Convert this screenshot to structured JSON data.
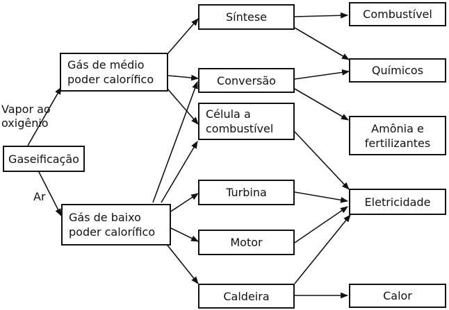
{
  "nodes": {
    "gaseificacao": "Gaseificação",
    "gas_medio": "Gás de médio\npoder calorífico",
    "gas_baixo": "Gás de baixo\npoder calorífico",
    "sintese": "Síntese",
    "conversao": "Conversão",
    "celula": "Célula a\ncombustível",
    "turbina": "Turbina",
    "motor": "Motor",
    "caldeira": "Caldeira",
    "combustivel": "Combustível",
    "quimicos": "Químicos",
    "amonia": "Amônia e\nfertilizantes",
    "eletricidade": "Eletricidade",
    "calor": "Calor"
  },
  "edge_labels": {
    "vapor": "Vapor ao\noxigênio",
    "ar": "Ar"
  },
  "colors": {
    "line": "#111111",
    "background": "#ffffff"
  }
}
